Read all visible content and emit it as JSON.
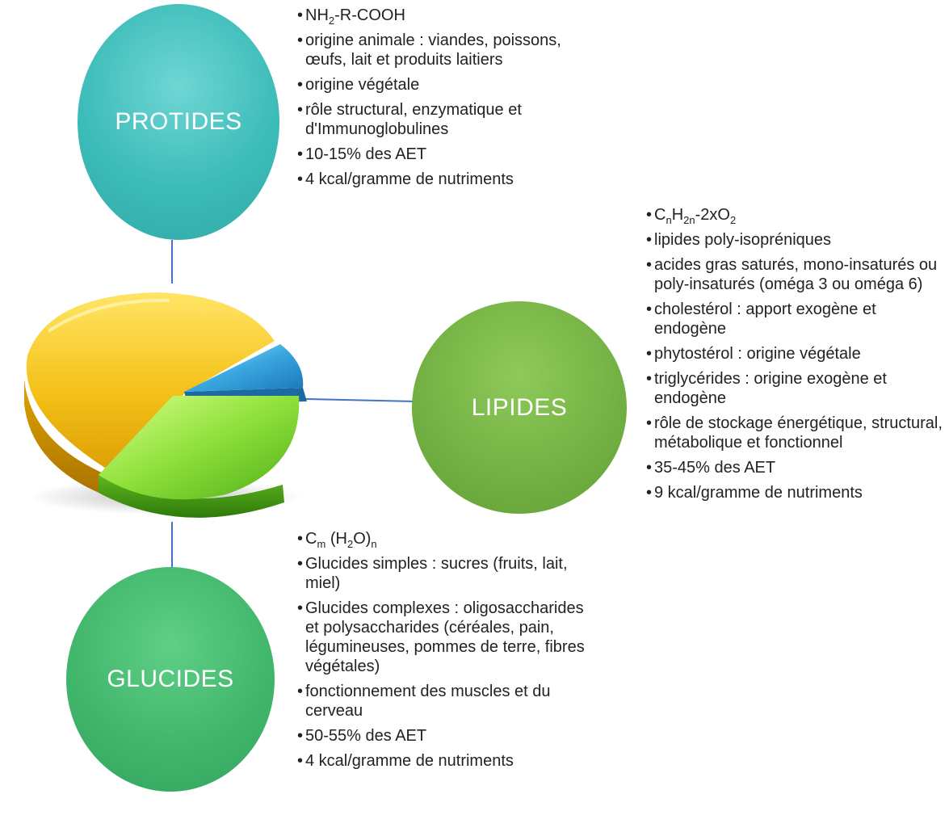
{
  "circles": {
    "protides": "PROTIDES",
    "lipides": "LIPIDES",
    "glucides": "GLUCIDES"
  },
  "protides": {
    "formula": {
      "a": "NH",
      "a_sub": "2",
      "b": "-R-COOH"
    },
    "items": [
      "origine animale : viandes, poissons, œufs, lait et produits laitiers",
      "origine végétale",
      "rôle structural, enzymatique et d'Immunoglobulines",
      "10-15% des AET",
      "4 kcal/gramme de nutriments"
    ]
  },
  "lipides": {
    "formula": {
      "a": "C",
      "a_sub": "n",
      "b": "H",
      "b_sub": "2n",
      "c": "-2xO",
      "c_sub": "2"
    },
    "items": [
      "lipides poly-isopréniques",
      "acides gras saturés, mono-insaturés ou poly-insaturés (oméga 3 ou oméga 6)",
      "cholestérol : apport exogène et endogène",
      "phytostérol : origine végétale",
      "triglycérides : origine exogène et endogène",
      "rôle de stockage énergétique, structural, métabolique et fonctionnel",
      "35-45% des AET",
      "9 kcal/gramme de nutriments"
    ]
  },
  "glucides": {
    "formula": {
      "a": "C",
      "a_sub": "m",
      "b": " (H",
      "b_sub": "2",
      "c": "O)",
      "c_sub": "n"
    },
    "items": [
      "Glucides simples : sucres (fruits, lait, miel)",
      "Glucides complexes : oligosaccharides et polysaccharides (céréales, pain, légumineuses, pommes de terre, fibres végétales)",
      "fonctionnement des muscles et du cerveau",
      "50-55% des AET",
      "4 kcal/gramme de nutriments"
    ]
  },
  "colors": {
    "protides": "#3cbcb9",
    "lipides": "#72b043",
    "glucides": "#3fb56a",
    "connector": "#4472c4",
    "pie_yellow": "#f5c21a",
    "pie_green": "#8ee03a",
    "pie_blue": "#3aa7e0"
  },
  "icons": {
    "pie": "pie-chart-icon"
  }
}
